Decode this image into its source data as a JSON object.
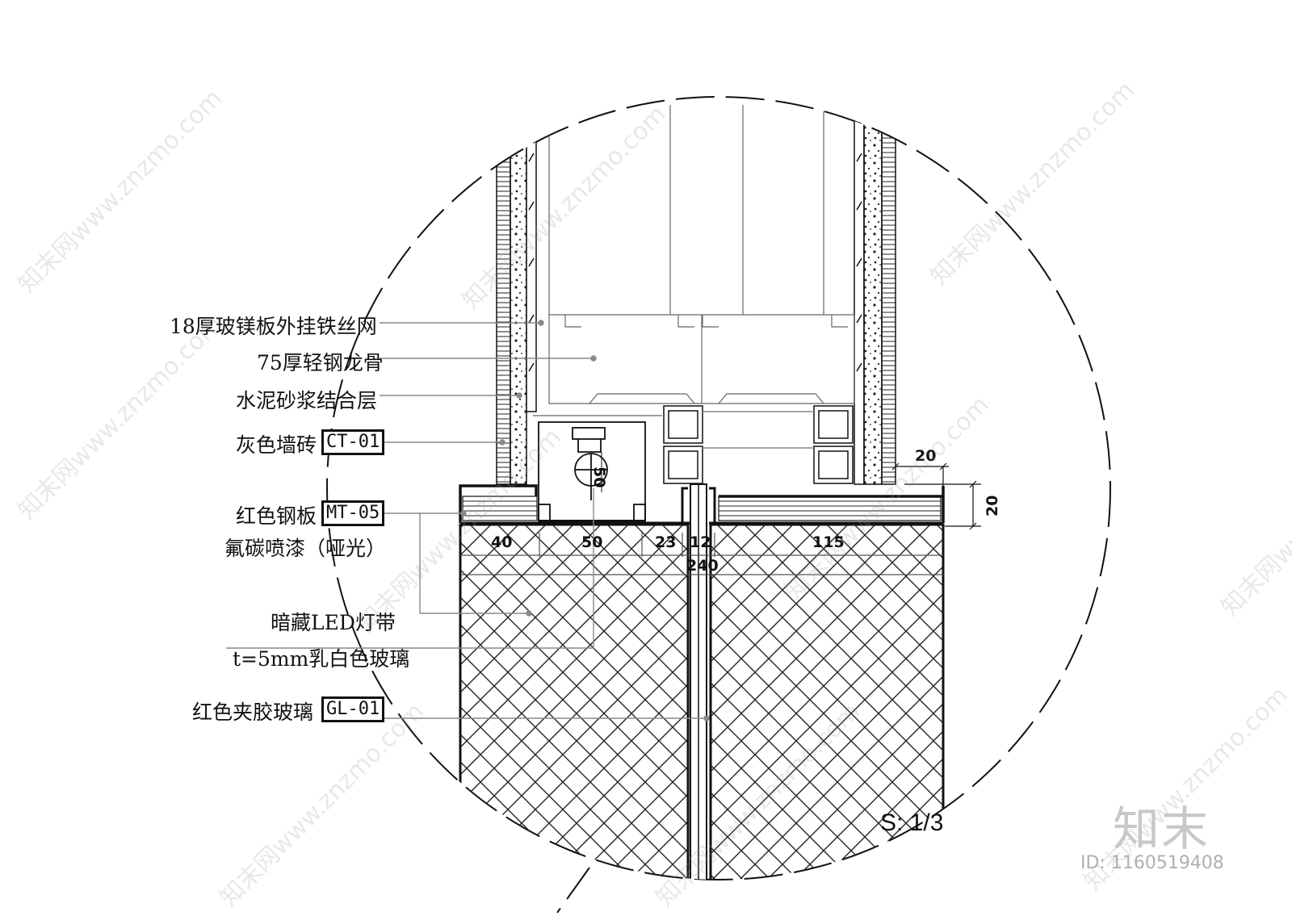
{
  "labels": {
    "glass_mg_board": "18厚玻镁板外挂铁丝网",
    "steel_keel": "75厚轻钢龙骨",
    "mortar_layer": "水泥砂浆结合层",
    "gray_tile": "灰色墙砖",
    "red_steel": "红色钢板",
    "fluorocarbon_paint": "氟碳喷漆（哑光）",
    "led_strip": "暗藏LED灯带",
    "milky_glass": "t=5mm乳白色玻璃",
    "red_laminated_glass": "红色夹胶玻璃"
  },
  "codes": {
    "gray_tile": "CT-01",
    "red_steel": "MT-05",
    "red_laminated_glass": "GL-01"
  },
  "dimensions": {
    "d40": "40",
    "d50_horizontal": "50",
    "d23": "23",
    "d12": "12",
    "d115": "115",
    "d240": "240",
    "d50_vertical": "50",
    "d20_top": "20",
    "d20_side": "20"
  },
  "scale_note": "S: 1/3",
  "watermark": {
    "logo": "知末",
    "id_text": "ID: 1160519408",
    "diagonal": "知末网www.znzmo.com"
  },
  "colors": {
    "line": "#111111",
    "leader": "#888888",
    "watermark": "#c8c8c8"
  }
}
